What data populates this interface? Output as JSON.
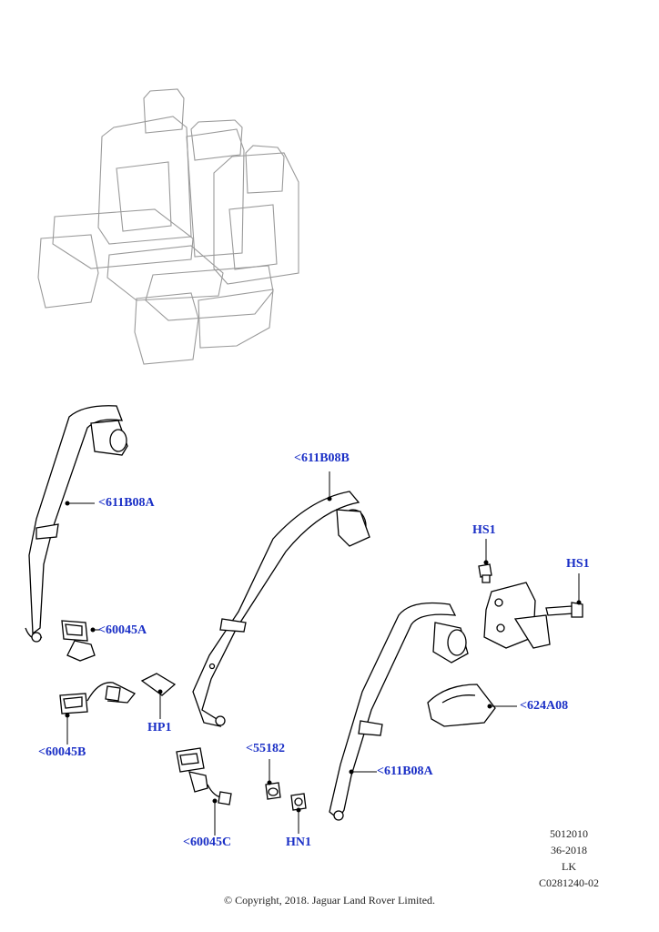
{
  "callouts": {
    "belt_left": "<611B08A",
    "belt_center": "<611B08B",
    "belt_right": "<611B08A",
    "buckle_a": "<60045A",
    "buckle_b": "<60045B",
    "buckle_c": "<60045C",
    "hp1": "HP1",
    "part_55182": "<55182",
    "hn1": "HN1",
    "hs1_top": "HS1",
    "hs1_right": "HS1",
    "cover": "<624A08"
  },
  "meta": {
    "line1": "5012010",
    "line2": "36-2018",
    "line3": "LK",
    "line4": "C0281240-02"
  },
  "copyright": "© Copyright, 2018. Jaguar Land Rover Limited.",
  "colors": {
    "callout": "#1a2fc6",
    "line": "#000000",
    "seat_line": "#9a9a9a"
  }
}
